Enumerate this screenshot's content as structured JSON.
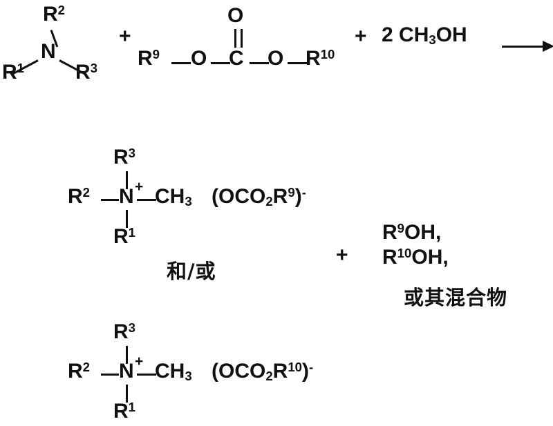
{
  "scheme": {
    "title": "Reaction scheme: tertiary amine + dialkyl carbonate + methanol",
    "ink_color": "#111111",
    "background_color": "#ffffff"
  },
  "reactants": {
    "amine": {
      "center_atom": "N",
      "substituent_top": "R",
      "substituent_top_sup": "2",
      "substituent_left": "R",
      "substituent_left_sup": "1",
      "substituent_right": "R",
      "substituent_right_sup": "3"
    },
    "plus_1": "+",
    "carbonate": {
      "left_group": "R",
      "left_group_sup": "9",
      "left_oxygen": "O",
      "carbonyl_carbon": "C",
      "carbonyl_oxygen": "O",
      "right_oxygen": "O",
      "right_group": "R",
      "right_group_sup": "10"
    },
    "plus_2": "+",
    "methanol": "2 CH3OH",
    "methanol_stoich": "2",
    "methanol_prefix": "CH",
    "methanol_sub": "3",
    "methanol_suffix": "OH"
  },
  "arrow": {
    "label": "reaction-arrow",
    "direction": "right"
  },
  "products": {
    "cation_1": {
      "center_atom": "N",
      "charge": "+",
      "substituent_top": "R",
      "substituent_top_sup": "3",
      "substituent_bottom": "R",
      "substituent_bottom_sup": "1",
      "substituent_left": "R",
      "substituent_left_sup": "2",
      "substituent_right_prefix": "CH",
      "substituent_right_sub": "3",
      "anion_open": "(OCO",
      "anion_sub": "2",
      "anion_r": "R",
      "anion_r_sup": "9",
      "anion_close": ")",
      "anion_charge": "-"
    },
    "conjunction": "和/或",
    "cation_2": {
      "center_atom": "N",
      "charge": "+",
      "substituent_top": "R",
      "substituent_top_sup": "3",
      "substituent_bottom": "R",
      "substituent_bottom_sup": "1",
      "substituent_left": "R",
      "substituent_left_sup": "2",
      "substituent_right_prefix": "CH",
      "substituent_right_sub": "3",
      "anion_open": "(OCO",
      "anion_sub": "2",
      "anion_r": "R",
      "anion_r_sup": "10",
      "anion_close": ")",
      "anion_charge": "-"
    },
    "plus_3": "+",
    "alcohol_1_prefix": "R",
    "alcohol_1_sup": "9",
    "alcohol_1_suffix": "OH,",
    "alcohol_2_prefix": "R",
    "alcohol_2_sup": "10",
    "alcohol_2_suffix": "OH,",
    "mixture_note": "或其混合物"
  }
}
